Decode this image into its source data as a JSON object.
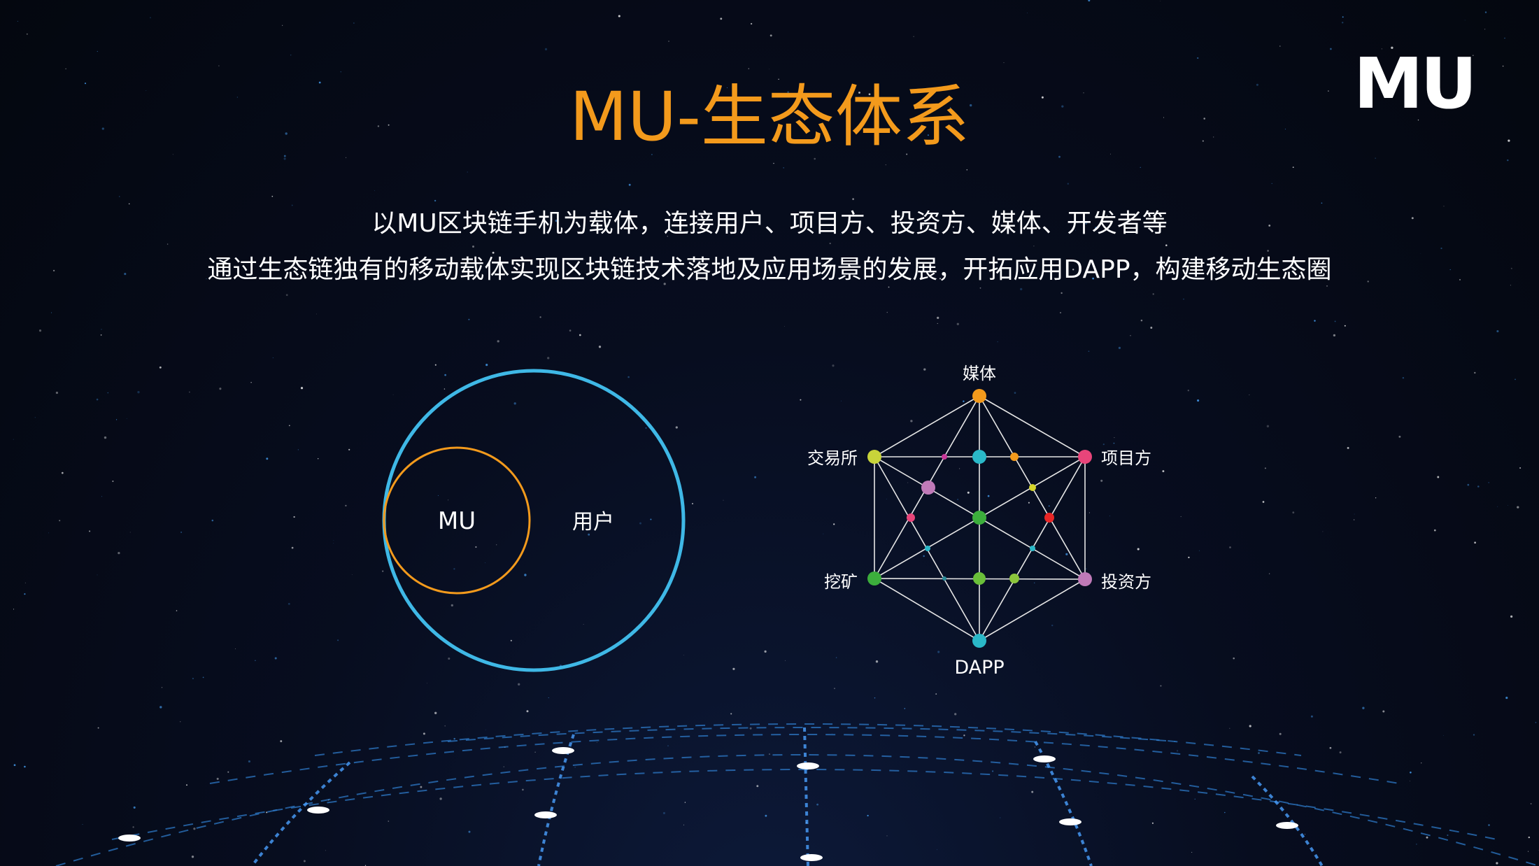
{
  "slide": {
    "title": "MU-生态体系",
    "logo_text": "MU",
    "subtitle_line1": "以MU区块链手机为载体，连接用户、项目方、投资方、媒体、开发者等",
    "subtitle_line2": "通过生态链独有的移动载体实现区块链技术落地及应用场景的发展，开拓应用DAPP，构建移动生态圈"
  },
  "venn": {
    "inner_label": "MU",
    "outer_label": "用户",
    "inner_color": "#f39a1c",
    "outer_color": "#3fb8e6"
  },
  "network": {
    "nodes": {
      "top": {
        "label": "媒体",
        "color": "#f39a1c"
      },
      "upper_left": {
        "label": "交易所",
        "color": "#c8d43a"
      },
      "upper_right": {
        "label": "项目方",
        "color": "#e8457a"
      },
      "lower_left": {
        "label": "挖矿",
        "color": "#3cae3c"
      },
      "lower_right": {
        "label": "投资方",
        "color": "#c07ab8"
      },
      "bottom": {
        "label": "DAPP",
        "color": "#2ab8c8"
      }
    },
    "line_color": "#e6e6e6"
  },
  "colors": {
    "background": "#05091a",
    "title": "#f39a1c",
    "text": "#ffffff"
  }
}
